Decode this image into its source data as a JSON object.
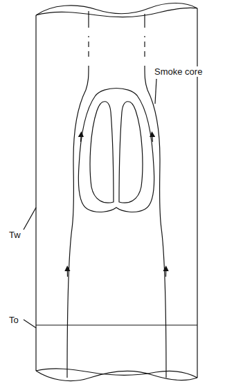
{
  "diagram": {
    "labels": [
      "Smoke core",
      "Tw",
      "To"
    ]
  }
}
